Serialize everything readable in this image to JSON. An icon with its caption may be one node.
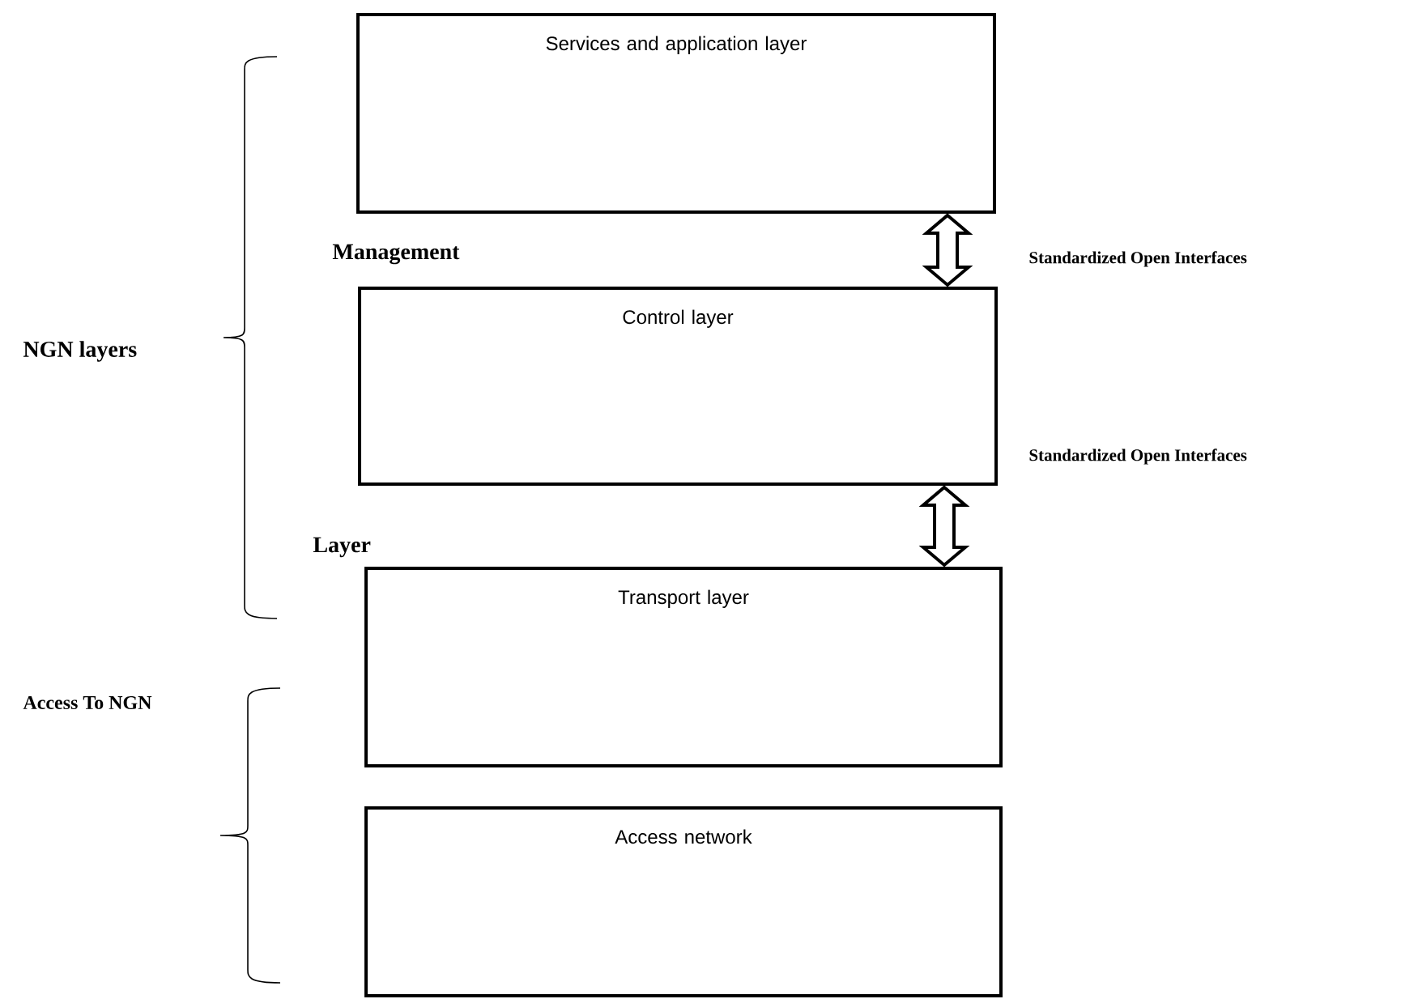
{
  "diagram": {
    "nodes": [
      {
        "text": [
          "Services and application layer"
        ]
      },
      {
        "text": [
          "Control layer"
        ]
      },
      {
        "text": [
          "Transport layer"
        ]
      },
      {
        "text": [
          "Access network"
        ]
      }
    ],
    "edges": [
      {
        "from": 0,
        "to": 1,
        "arrow": "both"
      },
      {
        "from": 1,
        "to": 2,
        "arrow": "both"
      }
    ],
    "labels": [
      "Management",
      "Standardized Open Interfaces",
      "NGN layers",
      "Standardized Open Interfaces",
      "Layer",
      "Access To NGN"
    ]
  }
}
